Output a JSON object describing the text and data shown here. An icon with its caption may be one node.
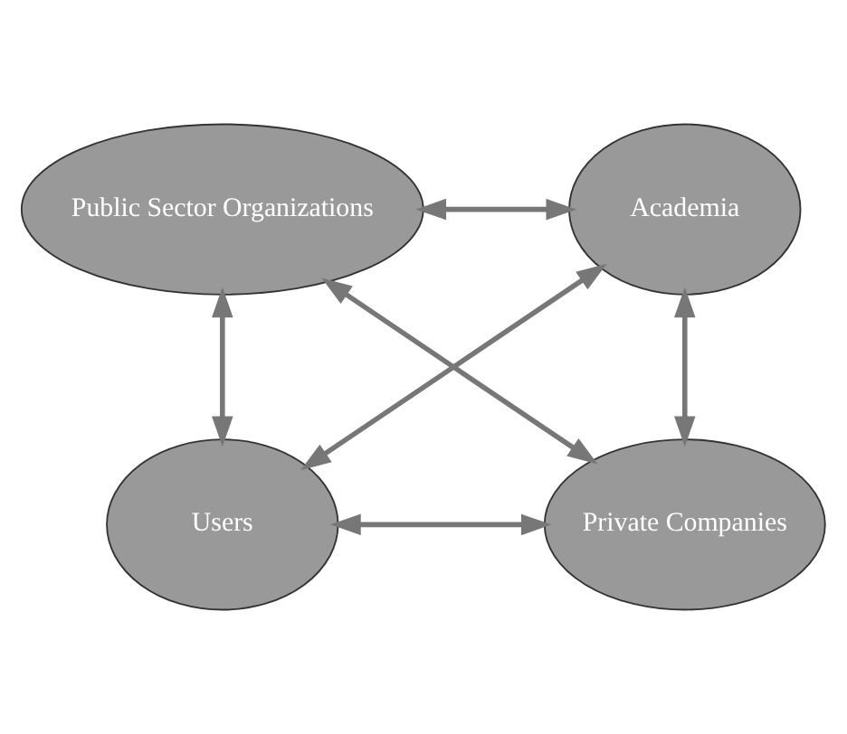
{
  "diagram": {
    "nodes": [
      {
        "text": [
          "Public Sector Organizations"
        ]
      },
      {
        "text": [
          "Academia"
        ]
      },
      {
        "text": [
          "Users"
        ]
      },
      {
        "text": [
          "Private Companies"
        ]
      }
    ],
    "edges": [
      {
        "from": 0,
        "to": 1,
        "arrow": "both"
      },
      {
        "from": 0,
        "to": 2,
        "arrow": "both"
      },
      {
        "from": 1,
        "to": 3,
        "arrow": "both"
      },
      {
        "from": 0,
        "to": 3,
        "arrow": "both"
      },
      {
        "from": 1,
        "to": 2,
        "arrow": "both"
      },
      {
        "from": 2,
        "to": 3,
        "arrow": "both"
      }
    ]
  }
}
